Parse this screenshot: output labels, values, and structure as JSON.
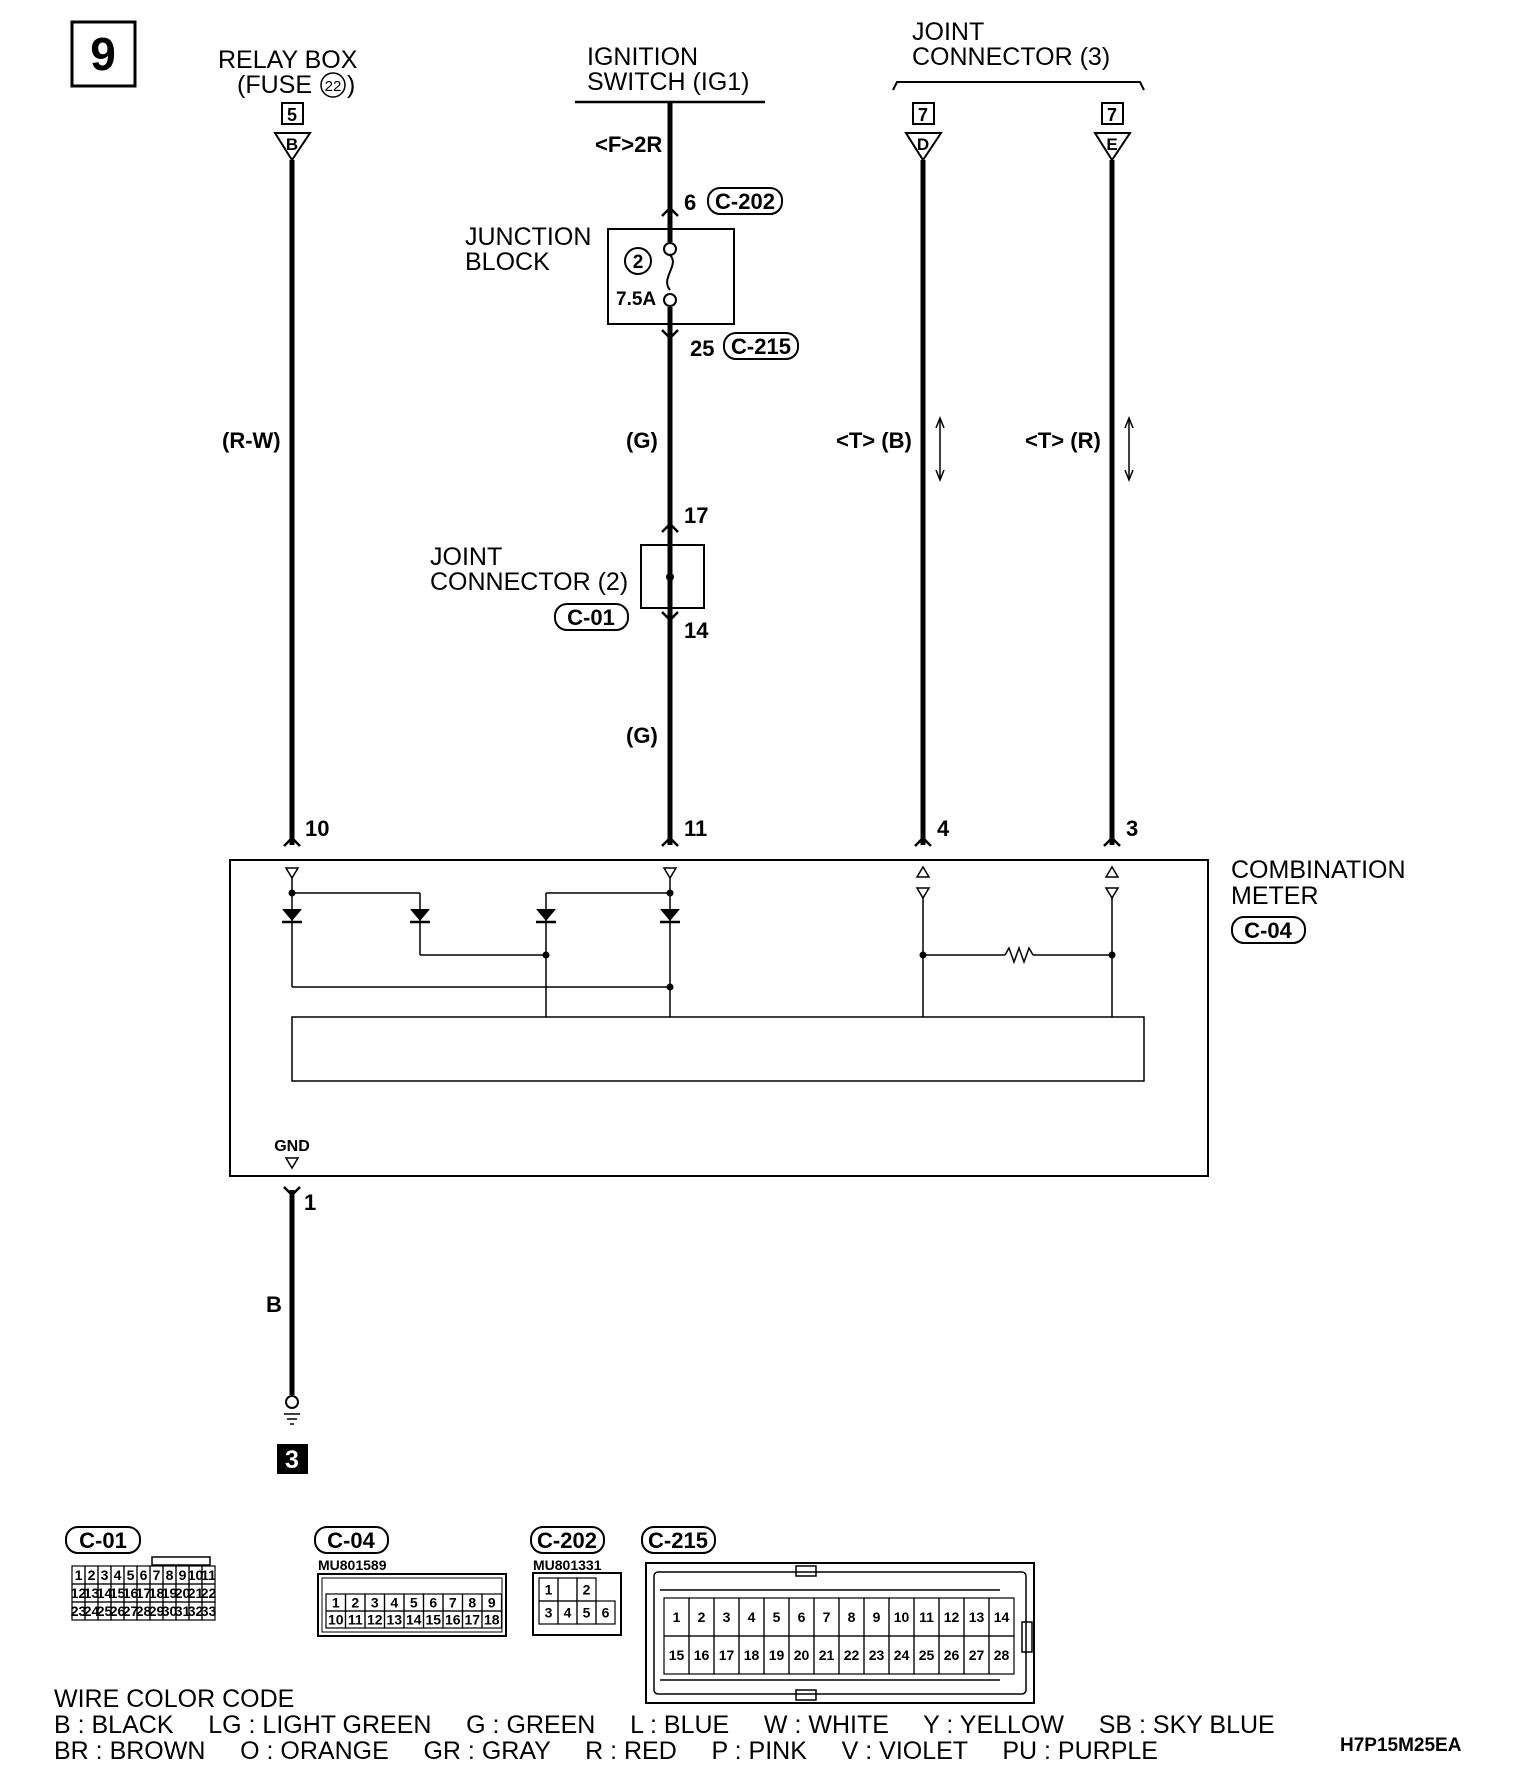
{
  "page_number": "9",
  "relay_box": {
    "title": "RELAY BOX",
    "fuse_prefix": "(FUSE",
    "fuse_num": "22",
    "fuse_suffix": ")",
    "terminal": "5",
    "code": "B",
    "wire": "(R-W)",
    "pin": "10"
  },
  "ignition_switch": {
    "title": "IGNITION",
    "title2": "SWITCH (IG1)",
    "variant": "<F>2R",
    "pin_in": "6",
    "conn_in": "C-202",
    "pin_out": "25",
    "conn_out": "C-215",
    "wire1": "(G)",
    "wire2": "(G)",
    "pin": "11"
  },
  "junction_block": {
    "title": "JUNCTION",
    "title2": "BLOCK",
    "fuse_num": "2",
    "rating": "7.5A"
  },
  "joint_connector_2": {
    "title": "JOINT",
    "title2": "CONNECTOR (2)",
    "connector": "C-01",
    "pin_in": "17",
    "pin_out": "14"
  },
  "joint_connector_3": {
    "title": "JOINT",
    "title2": "CONNECTOR (3)",
    "term_d": "7",
    "code_d": "D",
    "term_e": "7",
    "code_e": "E",
    "wire_d": "<T> (B)",
    "wire_e": "<T> (R)",
    "pin_d": "4",
    "pin_e": "3"
  },
  "combination_meter": {
    "title": "COMBINATION",
    "title2": "METER",
    "connector": "C-04",
    "gnd": "GND",
    "gnd_pin": "1",
    "gnd_wire": "B",
    "ground_point": "3"
  },
  "connector_views": {
    "c01": {
      "label": "C-01",
      "rows": [
        [
          "1",
          "2",
          "3",
          "4",
          "5",
          "6",
          "7",
          "8",
          "9",
          "10",
          "11"
        ],
        [
          "12",
          "13",
          "14",
          "15",
          "16",
          "17",
          "18",
          "19",
          "20",
          "21",
          "22"
        ],
        [
          "23",
          "24",
          "25",
          "26",
          "27",
          "28",
          "29",
          "30",
          "31",
          "32",
          "33"
        ]
      ]
    },
    "c04": {
      "label": "C-04",
      "part": "MU801589",
      "rows": [
        [
          "1",
          "2",
          "3",
          "4",
          "5",
          "6",
          "7",
          "8",
          "9"
        ],
        [
          "10",
          "11",
          "12",
          "13",
          "14",
          "15",
          "16",
          "17",
          "18"
        ]
      ]
    },
    "c202": {
      "label": "C-202",
      "part": "MU801331",
      "rows": [
        [
          "1",
          "",
          "2"
        ],
        [
          "3",
          "4",
          "5",
          "6"
        ]
      ]
    },
    "c215": {
      "label": "C-215",
      "rows": [
        [
          "1",
          "2",
          "3",
          "4",
          "5",
          "6",
          "7",
          "8",
          "9",
          "10",
          "11",
          "12",
          "13",
          "14"
        ],
        [
          "15",
          "16",
          "17",
          "18",
          "19",
          "20",
          "21",
          "22",
          "23",
          "24",
          "25",
          "26",
          "27",
          "28"
        ]
      ]
    }
  },
  "wire_color_code": {
    "title": "WIRE COLOR CODE",
    "line1": "B : BLACK     LG : LIGHT GREEN     G : GREEN     L : BLUE     W : WHITE     Y : YELLOW     SB : SKY BLUE",
    "line2": "BR : BROWN     O : ORANGE     GR : GRAY     R : RED     P : PINK     V : VIOLET     PU : PURPLE"
  },
  "diagram_id": "H7P15M25EA"
}
